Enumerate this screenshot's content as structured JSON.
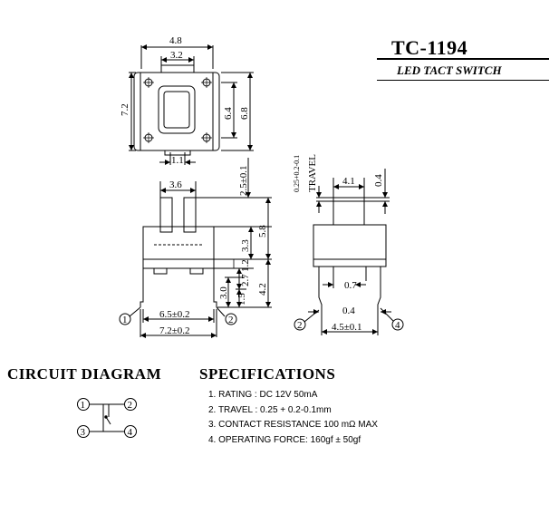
{
  "title": "TC-1194",
  "subtitle": "LED TACT SWITCH",
  "circuit_heading": "CIRCUIT  DIAGRAM",
  "spec_heading": "SPECIFICATIONS",
  "specs": [
    "1. RATING : DC 12V  50mA",
    "2. TRAVEL : 0.25 + 0.2-0.1mm",
    "3. CONTACT  RESISTANCE 100 mΩ MAX",
    "4. OPERATING FORCE: 160gf ± 50gf"
  ],
  "top_view": {
    "dims": [
      "4.8",
      "3.2",
      "7.2",
      "6.4",
      "6.8",
      "1.1"
    ]
  },
  "front_view": {
    "dims": [
      "3.6",
      "2.5±0.1",
      "5.8",
      "3.3",
      "1.2",
      "2.7",
      "4.2",
      "3.0",
      "1.5",
      "6.5±0.2",
      "7.2±0.2"
    ],
    "pins": [
      "1",
      "2"
    ]
  },
  "side_view": {
    "dims": [
      "0.25+0.2-0.1",
      "TRAVEL",
      "4.1",
      "0.4",
      "0.7",
      "0.4",
      "4.5±0.1"
    ],
    "pins": [
      "2",
      "4"
    ]
  },
  "circuit": {
    "pins": [
      "1",
      "2",
      "3",
      "4"
    ]
  }
}
